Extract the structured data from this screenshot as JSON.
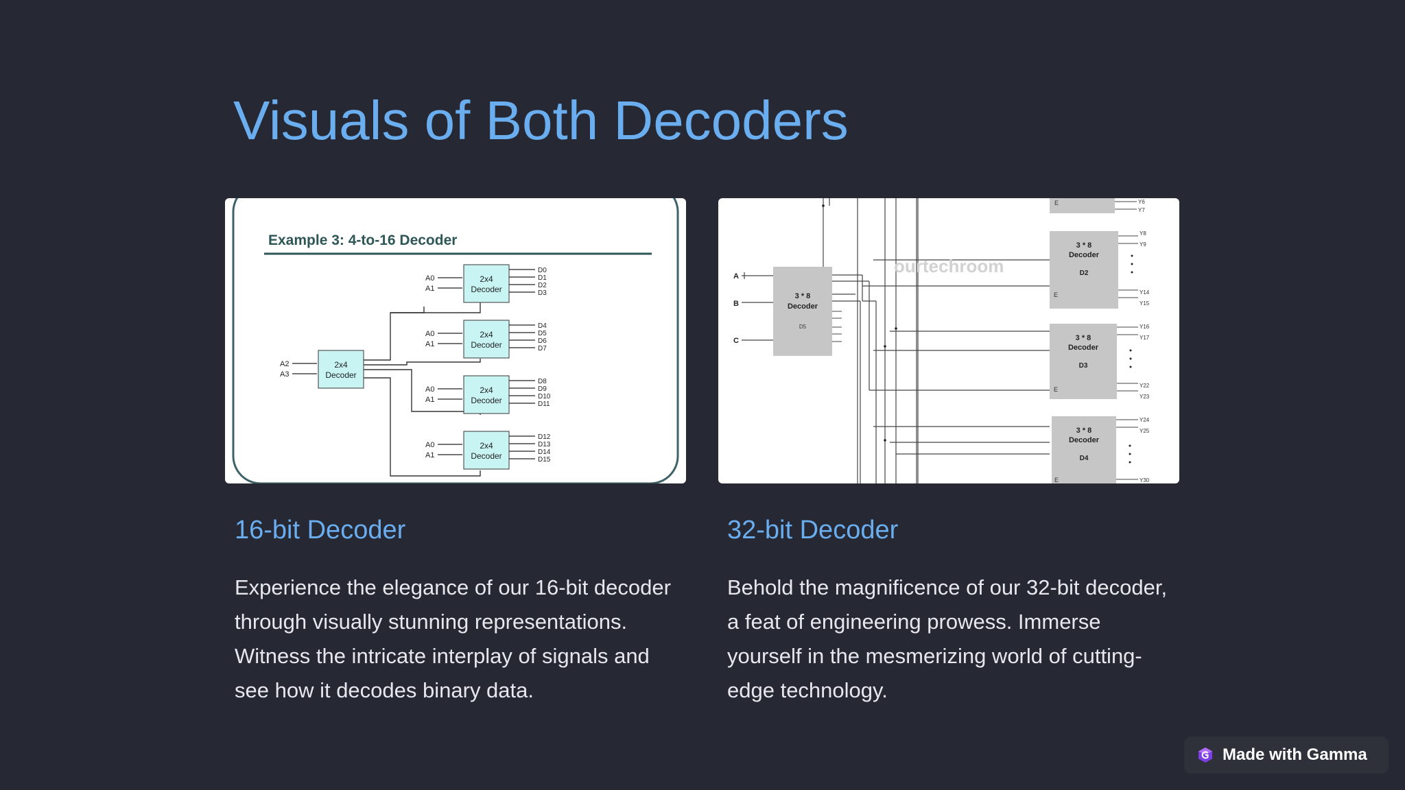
{
  "slide": {
    "title": "Visuals of Both Decoders"
  },
  "cards": [
    {
      "heading": "16-bit Decoder",
      "description": "Experience the elegance of our 16-bit decoder through visually stunning representations. Witness the intricate interplay of signals and see how it decodes binary data.",
      "diagram": {
        "title": "Example 3: 4-to-16 Decoder",
        "block_label_line1": "2x4",
        "block_label_line2": "Decoder",
        "input_labels_low": [
          "A0",
          "A1"
        ],
        "input_labels_high": [
          "A2",
          "A3"
        ],
        "outputs": [
          [
            "D0",
            "D1",
            "D2",
            "D3"
          ],
          [
            "D4",
            "D5",
            "D6",
            "D7"
          ],
          [
            "D8",
            "D9",
            "D10",
            "D11"
          ],
          [
            "D12",
            "D13",
            "D14",
            "D15"
          ]
        ]
      }
    },
    {
      "heading": "32-bit Decoder",
      "description": "Behold the magnificence of our 32-bit decoder, a feat of engineering prowess. Immerse yourself in the mesmerizing world of cutting-edge technology.",
      "diagram": {
        "watermark": "ourtechroom",
        "inputs": [
          "A",
          "B",
          "C"
        ],
        "block_label_line1": "3 * 8",
        "block_label_line2": "Decoder",
        "main_block_id": "D5",
        "blocks": [
          "D2",
          "D3",
          "D4"
        ],
        "enable_label": "E",
        "outputs_top": [
          "Y6",
          "Y7"
        ],
        "outputs_d2": [
          "Y8",
          "Y9",
          "Y14",
          "Y15"
        ],
        "outputs_d3": [
          "Y16",
          "Y17",
          "Y22",
          "Y23"
        ],
        "outputs_d4": [
          "Y24",
          "Y25",
          "Y30"
        ]
      }
    }
  ],
  "badge": {
    "label": "Made with Gamma",
    "icon": "gamma-logo-icon"
  }
}
